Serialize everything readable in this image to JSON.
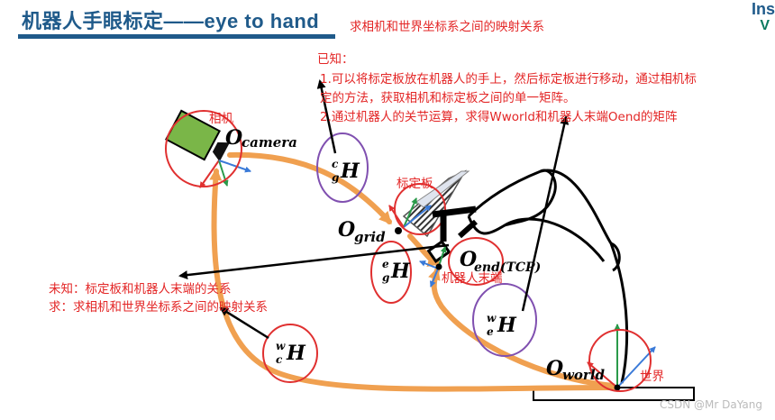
{
  "title": "机器人手眼标定——eye to hand",
  "corner_marks": [
    "Ins",
    "V"
  ],
  "goal_text": "求相机和世界坐标系之间的映射关系",
  "known": {
    "heading": "已知：",
    "line1": "1.可以将标定板放在机器人的手上，然后标定板进行移动，通过相机标",
    "line2": "定的方法，获取相机和标定板之间的单一矩阵。",
    "line3": "2.通过机器人的关节运算，求得Wworld和机器人末端Oend的矩阵"
  },
  "unknown": {
    "line1": "未知：标定板和机器人末端的关系",
    "line2": "求：求相机和世界坐标系之间的映射关系"
  },
  "labels": {
    "camera": "相机",
    "board": "标定板",
    "robot_end": "机器人末端",
    "world": "世界"
  },
  "frames": {
    "camera": {
      "main": "O",
      "sub": "camera"
    },
    "grid": {
      "main": "O",
      "sub": "grid"
    },
    "end": {
      "main": "O",
      "sub": "end(TCP)"
    },
    "world": {
      "main": "O",
      "sub": "world"
    }
  },
  "transforms": {
    "cgH": {
      "sup": "c",
      "sub": "g",
      "main": "H"
    },
    "egH": {
      "sup": "e",
      "sub": "g",
      "main": "H"
    },
    "weH": {
      "sup": "w",
      "sub": "e",
      "main": "H"
    },
    "wcH": {
      "sup": "w",
      "sub": "c",
      "main": "H"
    }
  },
  "watermark": "CSDN @Mr DaYang",
  "colors": {
    "title": "#1f5a8a",
    "annotation": "#e32626",
    "path": "#f0a050",
    "circle_red": "#e03030",
    "circle_purple": "#8050b0",
    "camera_body": "#7ab648"
  }
}
